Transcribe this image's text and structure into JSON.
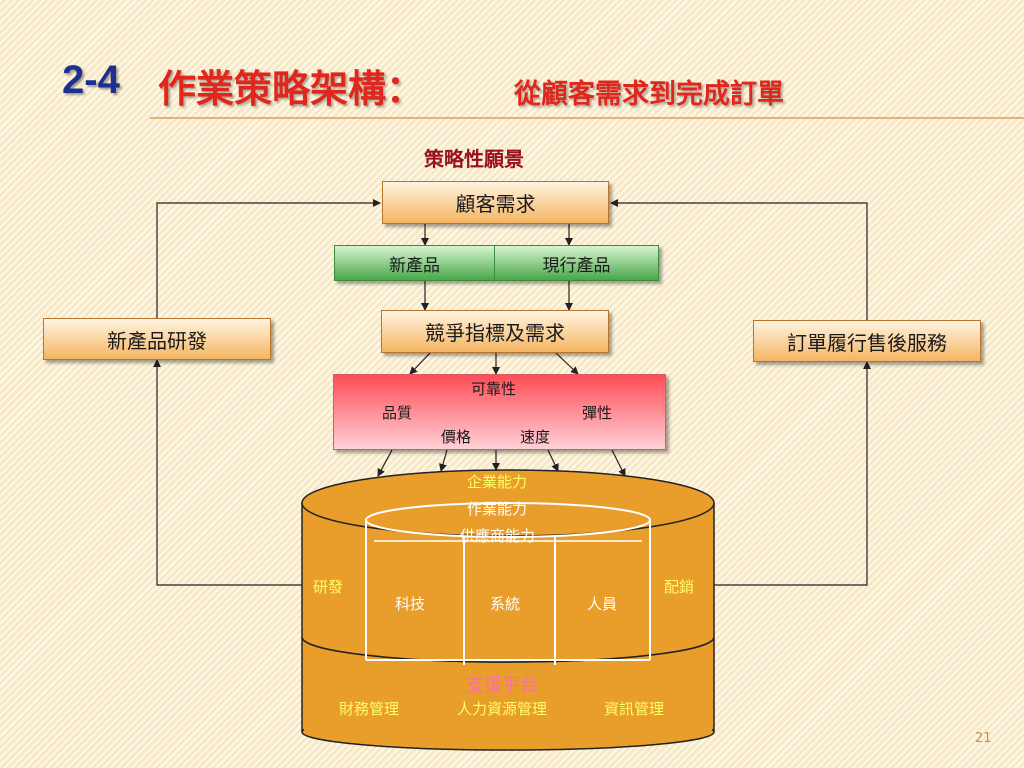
{
  "title": {
    "number": "2-4",
    "main": "作業策略架構：",
    "subtitle": "從顧客需求到完成訂單"
  },
  "vision": "策略性願景",
  "customer_needs": "顧客需求",
  "products": {
    "new": "新產品",
    "current": "現行產品"
  },
  "competition": "競爭指標及需求",
  "criteria": {
    "reliability": "可靠性",
    "quality": "品質",
    "flexibility": "彈性",
    "price": "價格",
    "speed": "速度"
  },
  "side": {
    "left": "新產品研發",
    "right": "訂單履行售後服務"
  },
  "cylinder": {
    "enterprise": "企業能力",
    "operations": "作業能力",
    "supplier": "供應商能力",
    "rd": "研發",
    "distribution": "配銷",
    "columns": [
      "科技",
      "系統",
      "人員"
    ],
    "support_title": "支援平台",
    "support_items": [
      "財務管理",
      "人力資源管理",
      "資訊管理"
    ]
  },
  "page_number": "21",
  "colors": {
    "title_number": "#1f2f8f",
    "title_red": "#e0261d",
    "vision": "#9a1020",
    "cylinder": "#e99d2a",
    "yellow_text": "#ffff66",
    "support_title": "#ff66cc"
  }
}
